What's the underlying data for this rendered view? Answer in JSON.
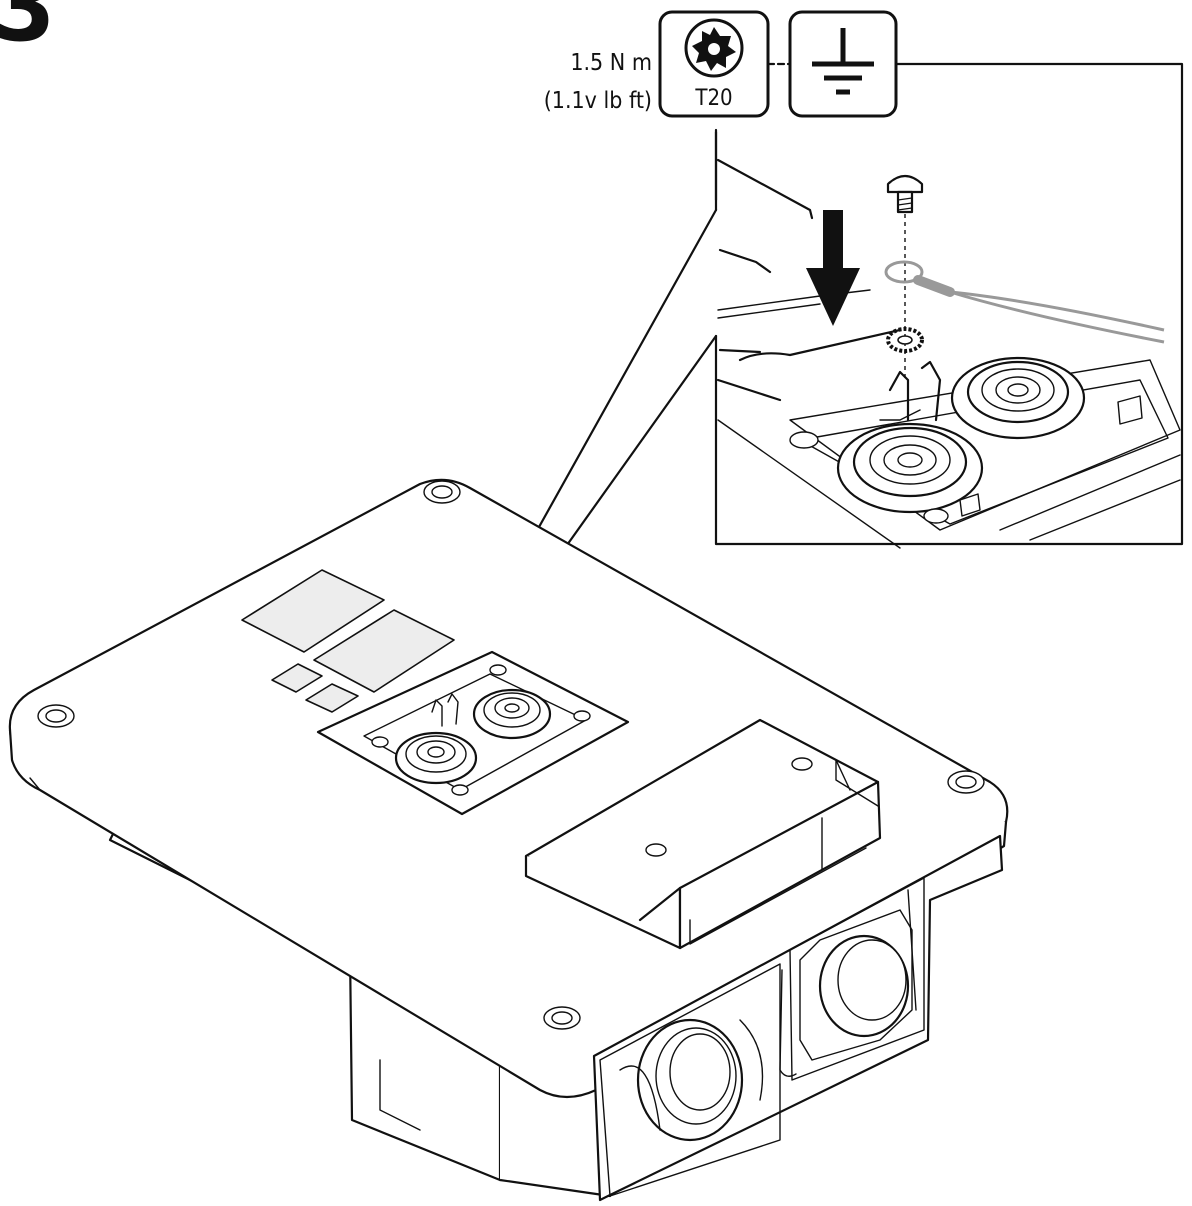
{
  "step": {
    "number": "3"
  },
  "torque": {
    "value_line1": "1.5 N m",
    "value_line2": "(1.1v lb ft)"
  },
  "tool": {
    "bit_label": "T20",
    "bit_icon": "torx-icon"
  },
  "ground": {
    "icon": "ground-symbol-icon"
  },
  "colors": {
    "line": "#111111",
    "background": "#ffffff",
    "label_fill": "#ededed"
  }
}
